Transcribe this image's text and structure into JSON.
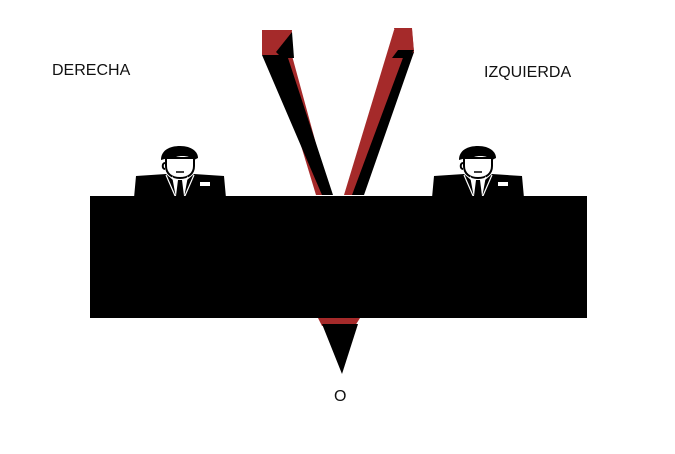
{
  "labels": {
    "left": "DERECHA",
    "right": "IZQUIERDA",
    "bottom": "O"
  },
  "colors": {
    "background": "#ffffff",
    "ink": "#000000",
    "accent_red": "#a52a2a"
  },
  "figures": {
    "left": "businessman-at-desk",
    "right": "businessman-at-desk"
  },
  "shapes": {
    "v": "v-symbol",
    "desk": "black-table"
  }
}
